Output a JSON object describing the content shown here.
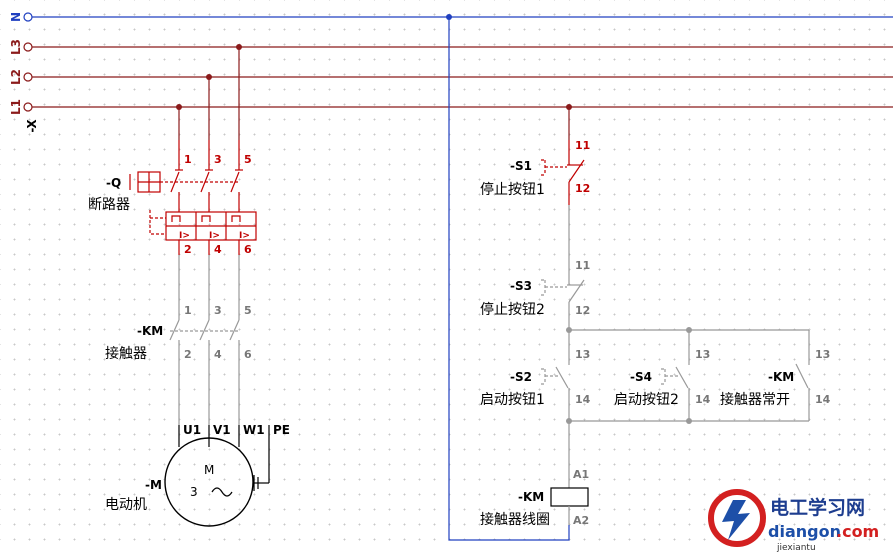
{
  "buses": {
    "n": "N",
    "l3": "L3",
    "l2": "L2",
    "l1": "L1",
    "prefix": "-X"
  },
  "breaker": {
    "tag": "-Q",
    "label": "断路器",
    "top_terms": [
      "1",
      "3",
      "5"
    ],
    "bottom_terms": [
      "2",
      "4",
      "6"
    ]
  },
  "contactor_main": {
    "tag": "-KM",
    "label": "接触器",
    "top_terms": [
      "1",
      "3",
      "5"
    ],
    "bottom_terms": [
      "2",
      "4",
      "6"
    ]
  },
  "motor": {
    "tag": "-M",
    "label": "电动机",
    "terms": [
      "U1",
      "V1",
      "W1",
      "PE"
    ],
    "symbol_letter": "M",
    "phase": "3"
  },
  "s1": {
    "tag": "-S1",
    "label": "停止按钮1",
    "top": "11",
    "bottom": "12"
  },
  "s3": {
    "tag": "-S3",
    "label": "停止按钮2",
    "top": "11",
    "bottom": "12"
  },
  "s2": {
    "tag": "-S2",
    "label": "启动按钮1",
    "top": "13",
    "bottom": "14"
  },
  "s4": {
    "tag": "-S4",
    "label": "启动按钮2",
    "top": "13",
    "bottom": "14"
  },
  "km_aux": {
    "tag": "-KM",
    "label": "接触器常开",
    "top": "13",
    "bottom": "14"
  },
  "coil": {
    "tag": "-KM",
    "label": "接触器线圈",
    "a1": "A1",
    "a2": "A2"
  },
  "watermark": {
    "title": "电工学习网",
    "domain_left": "diangon",
    "domain_right": ".com",
    "sub": "jiexiantu"
  },
  "colors": {
    "bus": "#8b1a1a",
    "neutral": "#2040c0",
    "breaker": "#c00000",
    "wire": "#999999"
  }
}
